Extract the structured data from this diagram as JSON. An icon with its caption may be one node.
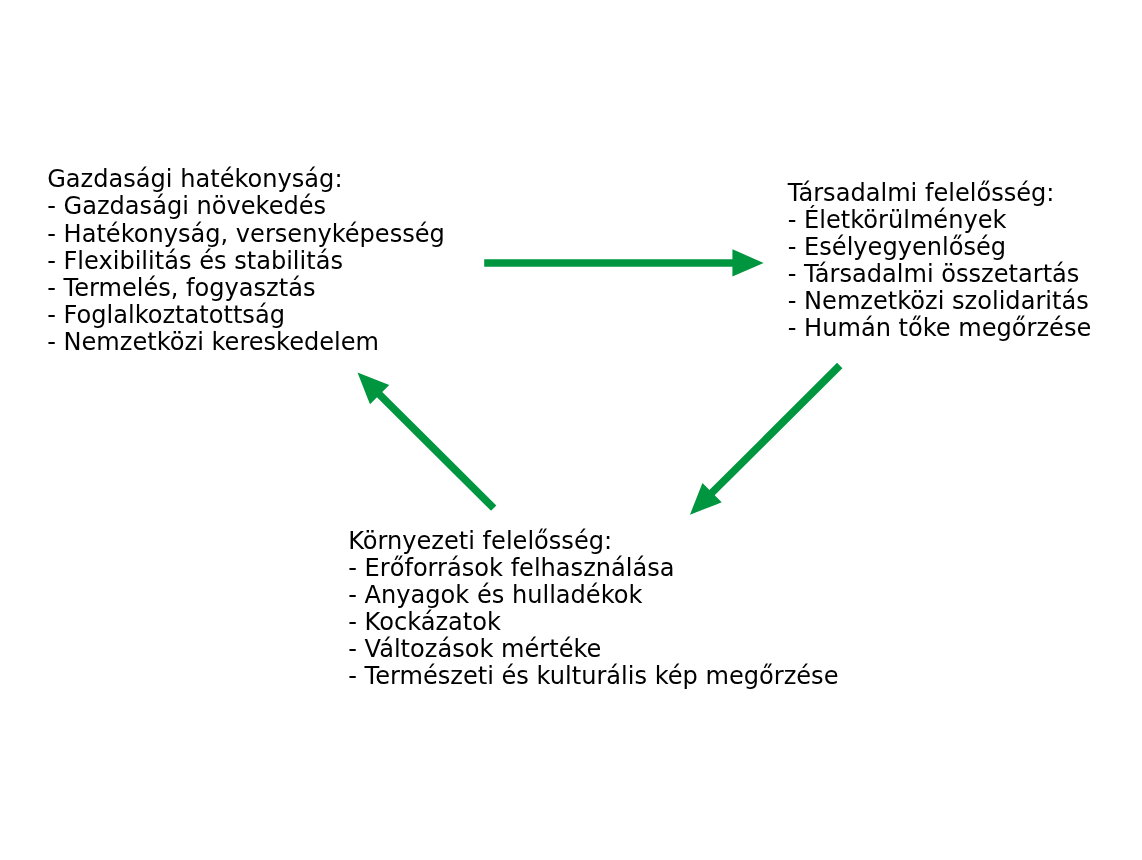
{
  "diagram": {
    "nodes": [
      {
        "text": [
          "Gazdasági hatékonyság:",
          "- Gazdasági növekedés",
          "- Hatékonyság, versenyképesség",
          "- Flexibilitás és stabilitás",
          "- Termelés, fogyasztás",
          "- Foglalkoztatottság",
          "- Nemzetközi kereskedelem"
        ]
      },
      {
        "text": [
          "Társadalmi felelősség:",
          "- Életkörülmények",
          "- Esélyegyenlőség",
          "- Társadalmi összetartás",
          "- Nemzetközi szolidaritás",
          "- Humán tőke megőrzése"
        ]
      },
      {
        "text": [
          "Környezeti felelősség:",
          "- Erőforrások felhasználása",
          "- Anyagok és hulladékok",
          "- Kockázatok",
          "- Változások mértéke",
          "- Természeti és kulturális kép megőrzése"
        ]
      }
    ],
    "edges": [
      {
        "from": 0,
        "to": 1,
        "arrow": "to",
        "color": "#00963f"
      },
      {
        "from": 1,
        "to": 2,
        "arrow": "to",
        "color": "#00963f"
      },
      {
        "from": 2,
        "to": 0,
        "arrow": "to",
        "color": "#00963f"
      }
    ]
  }
}
